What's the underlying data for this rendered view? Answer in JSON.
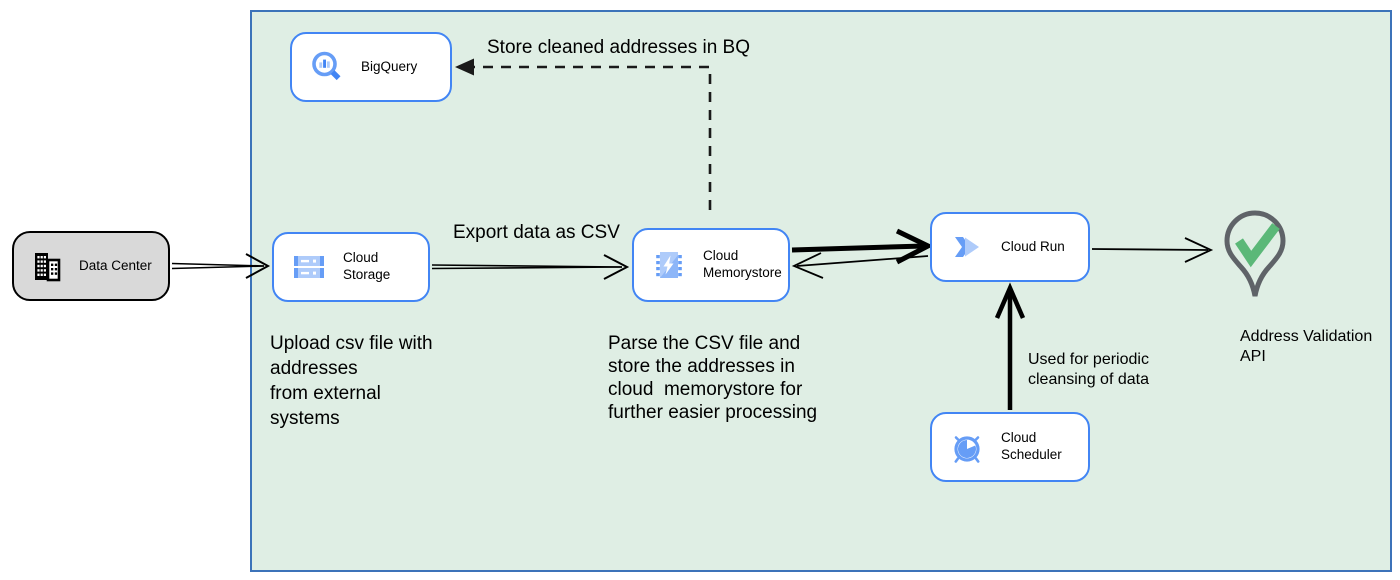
{
  "colors": {
    "container_fill": "#dfeee4",
    "container_border": "#3c73b9",
    "node_fill": "#ffffff",
    "node_border": "#4285f4",
    "datacenter_fill": "#d9d9d9",
    "datacenter_border": "#000000",
    "arrow": "#000000",
    "text": "#000000",
    "pin_outline": "#5f6368",
    "check_green": "#5bb878",
    "icon_blue_light": "#aecbfa",
    "icon_blue_mid": "#669df6",
    "icon_blue_dark": "#4285f4"
  },
  "nodes": {
    "data_center": {
      "label": "Data Center",
      "icon": "building-icon"
    },
    "bigquery": {
      "label": "BigQuery",
      "icon": "bigquery-icon"
    },
    "cloud_storage": {
      "label": "Cloud Storage",
      "icon": "cloud-storage-icon"
    },
    "cloud_memorystore": {
      "label": "Cloud\nMemorystore",
      "icon": "memorystore-icon"
    },
    "cloud_run": {
      "label": "Cloud Run",
      "icon": "cloud-run-icon"
    },
    "cloud_scheduler": {
      "label": "Cloud Scheduler",
      "icon": "cloud-scheduler-icon"
    }
  },
  "annotations": {
    "store_bq": "Store cleaned addresses in BQ",
    "export_csv": "Export data as CSV",
    "upload": "Upload csv file with\naddresses\nfrom external\nsystems",
    "parse": "Parse the CSV file and\nstore the addresses in\ncloud  memorystore for\nfurther easier processing",
    "periodic_cleansing": "Used for periodic\ncleansing of data",
    "address_validation": "Address Validation\nAPI"
  },
  "symbols": {
    "address_validation_pin": "map-pin-check-icon"
  }
}
